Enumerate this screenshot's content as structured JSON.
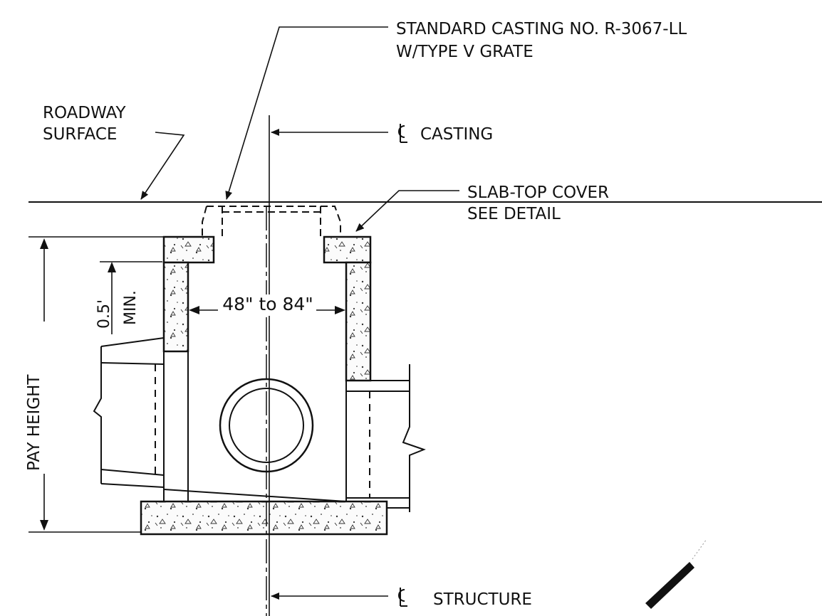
{
  "labels": {
    "casting_line1": "STANDARD CASTING NO. R-3067-LL",
    "casting_line2": "W/TYPE V GRATE",
    "roadway_line1": "ROADWAY",
    "roadway_line2": "SURFACE",
    "cl_casting": "CASTING",
    "slab_line1": "SLAB-TOP COVER",
    "slab_line2": "SEE DETAIL",
    "min_dim_value": "0.5'",
    "min_dim_note": "MIN.",
    "width_dim": "48\" to 84\"",
    "pay_height": "PAY HEIGHT",
    "cl_structure": "STRUCTURE"
  },
  "symbols": {
    "centerline": "centerline-symbol"
  }
}
